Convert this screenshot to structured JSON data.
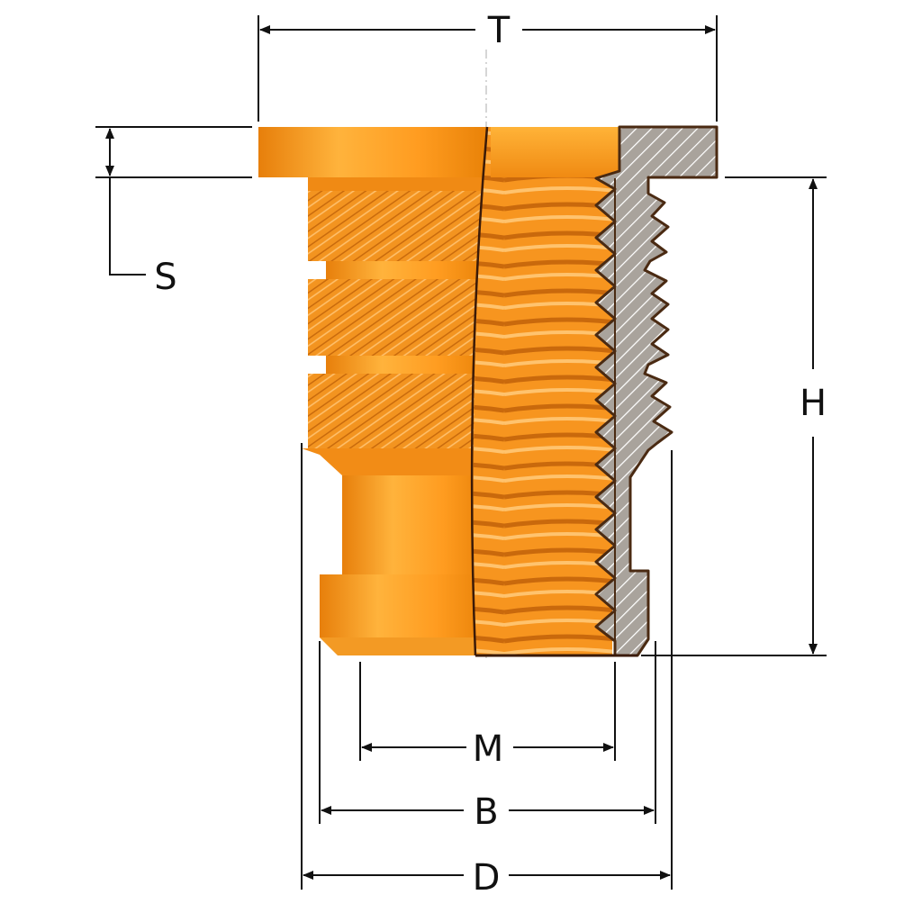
{
  "labels": {
    "T": "T",
    "S": "S",
    "H": "H",
    "M": "M",
    "B": "B",
    "D": "D"
  },
  "colors": {
    "brass_light": "#ffb23a",
    "brass_mid": "#ff9a1c",
    "brass_dark": "#e57f0a",
    "section_fill": "#a9a39c",
    "section_outline": "#4a2a12",
    "dimension_line": "#111111",
    "center_line": "#bbbbbb"
  }
}
